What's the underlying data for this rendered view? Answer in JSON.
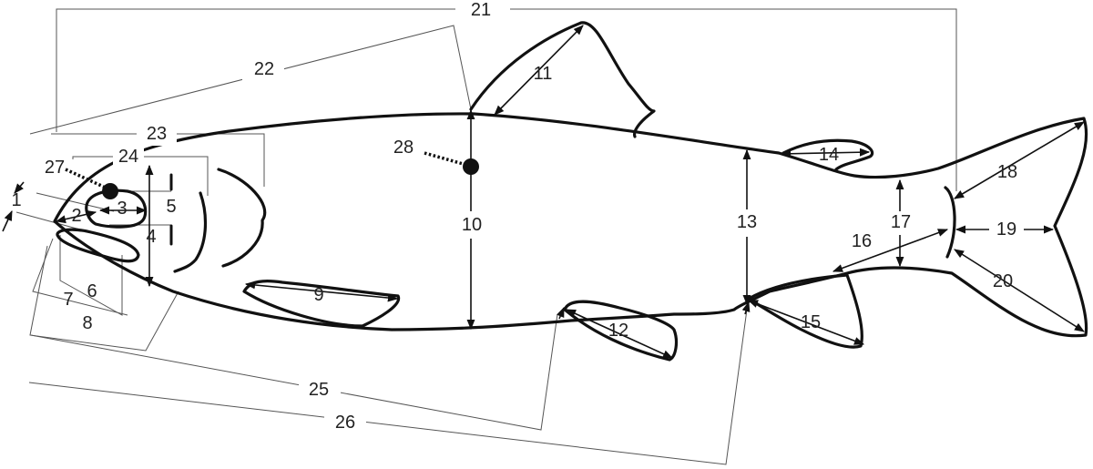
{
  "diagram": {
    "labels": {
      "m1": "1",
      "m2": "2",
      "m3": "3",
      "m4": "4",
      "m5": "5",
      "m6": "6",
      "m7": "7",
      "m8": "8",
      "m9": "9",
      "m10": "10",
      "m11": "11",
      "m12": "12",
      "m13": "13",
      "m14": "14",
      "m15": "15",
      "m16": "16",
      "m17": "17",
      "m18": "18",
      "m19": "19",
      "m20": "20",
      "m21": "21",
      "m22": "22",
      "m23": "23",
      "m24": "24",
      "m25": "25",
      "m26": "26",
      "m27": "27",
      "m28": "28"
    }
  }
}
